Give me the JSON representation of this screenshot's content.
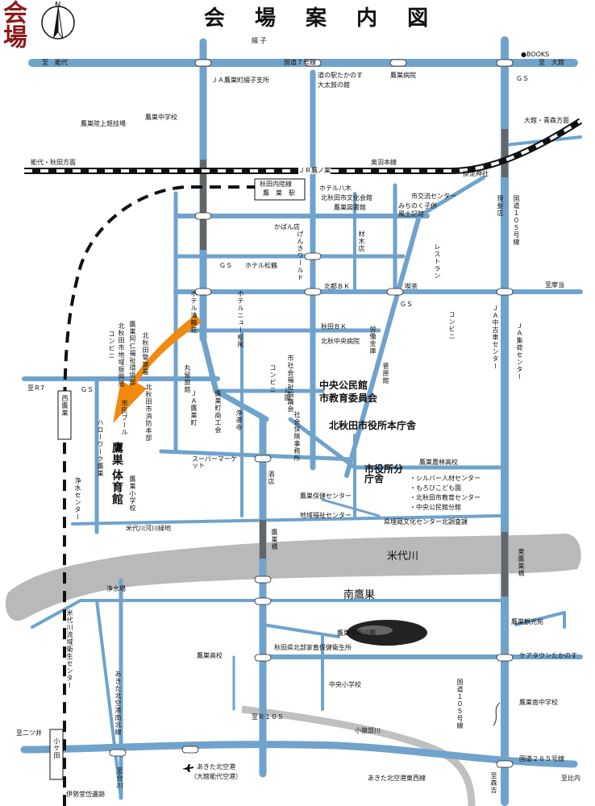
{
  "title": "会 場 案 内 図",
  "venue_label": "会場",
  "colors": {
    "road": "#6fa3cc",
    "river": "#b9b9b9",
    "rail": "#111111",
    "arrow": "#f08a10",
    "venue_text": "#8b1a1a",
    "accent_star": "#f08a10"
  },
  "icons": [
    "north-arrow-icon",
    "gas-station-icon",
    "airport-icon",
    "star-icon",
    "traffic-signal-icon"
  ],
  "north": "N",
  "labels": {
    "tsunago": "綴 子",
    "to_noshiro": "至　能代",
    "route7": "国道７号線",
    "books": "●BOOKS",
    "to_odate": "至　大館",
    "ja_tsunago": "ＪＡ鷹巣町綴子支所",
    "michinoeki": "道の駅たかのす",
    "taiko": "大太鼓の館",
    "hospital": "鷹巣病院",
    "gs1": "ＧＳ",
    "odate_aomori": "大館・青森方面",
    "junior_high": "鷹巣中学校",
    "athletics": "鷹巣陸上競技場",
    "noshiro_akita": "能代・秋田方面",
    "jr_takanosu": "ＪＲ鷹ノ巣",
    "ou_line": "奥羽本線",
    "kakeji": "掛泥神社",
    "nairiku_line": "秋田内陸線",
    "takanosu_station": "鷹　巣　駅",
    "hotel_hakki": "ホテル八木",
    "kitaakita_culture": "北秋田市文化会館",
    "library": "鷹巣図書館",
    "koryu": "市交流センター",
    "michinoku": "みちのく子供",
    "fudoki": "風土記館",
    "barber": "理髪店",
    "route105_v": "国道１０５号線",
    "kaban": "かばん店",
    "genki": "げんきワールド",
    "zaimoku": "材木店",
    "restaurant": "レストラン",
    "gs2": "ＧＳ",
    "hotel_matsuzuru": "ホテル松鶴",
    "kitagin": "北都ＢＫ",
    "kissa": "喫茶",
    "to_mappo": "至摩当",
    "hotel_seikeiso": "ホテル清鶴荘",
    "hotel_new_matsuo": "ホテルニュー松尾",
    "gs3": "ＧＳ",
    "conv1": "コンビニ",
    "ja_nakagoya": "ＪＡ中古車センター",
    "ja_shuka": "ＪＡ集荷センター",
    "akita_bk": "秋田ＢＫ",
    "kitaaki_hospital": "北秋中央病院",
    "rodo": "労働金庫",
    "sugawara": "菅原館",
    "rehab": "北秋田市地域振興局",
    "fukushi": "鷹巣阿仁福祉環境部",
    "police": "北秋田警察署",
    "conv2": "コンビニ",
    "marutome": "丸留旅館",
    "conv3": "コンビニ",
    "shakyo": "市社会福祉協議会",
    "kominkan": "中央公民館",
    "kyoiku": "市教育委員会",
    "r7": "至Ｒ7",
    "gs4": "ＧＳ",
    "nishi_takanosu": "西鷹巣",
    "fire": "北秋田市消防本部",
    "ja_takanosu": "ＪＡ鷹巣町",
    "shoko": "鷹巣町商工会",
    "jokenji": "浄運寺",
    "park": "公園",
    "shakai_hoken": "社会保険事務所",
    "city_hall": "北秋田市役所本庁舎",
    "hellowork": "ハローワーク鷹巣",
    "pool": "市民プール",
    "gym_1": "鷹巣",
    "gym_2": "体育館",
    "super": "スーパーマーケット",
    "sakaya": "酒店",
    "bunchosha": "市役所分庁舎",
    "norin": "鷹巣農林高校",
    "jousui": "浄水センター",
    "elem": "鷹巣小学校",
    "hoken_center": "鷹巣保健センター",
    "silver": "・シルバー人材センター",
    "moro": "・もろびこども園",
    "kyoiku_center": "・北秋田市教育センター",
    "kominkan_branch": "・中央公民館分館",
    "chiiki_fukushi": "地域福祉センター",
    "maizo": "県埋蔵文化センター北調査課",
    "river_green": "米代川河川緑地",
    "takanosu_bridge": "鷹巣橋",
    "yoneshiro": "米代川",
    "higashi_bridge": "東鷹巣橋",
    "jousuijo": "浄水場",
    "minami": "南鷹巣",
    "seiso": "米代川流域衛生センター",
    "chuo_park": "鷹巣中央公園",
    "kanko": "鷹巣観光苑",
    "koko": "鷹巣高校",
    "eisei": "秋田県北部家畜保健衛生所",
    "care": "ケアタウンたかのす",
    "chuo_elem": "中央小学校",
    "airport_road": "あきた北空港南北線",
    "route105_s": "国道１０５号線",
    "minami_jhs": "鷹巣南中学校",
    "to_r105": "至Ｒ１０５",
    "to_futatsui": "至二ツ井",
    "kozaru": "小猿部川",
    "ogata": "小ケ田",
    "route285": "国道２８５号線",
    "to_aikawa": "至合川",
    "airport": "あきた北空港",
    "airport_sub": "（大館能代空港）",
    "to_morioka": "至森吉",
    "to_kaminai": "至比内",
    "airport_east": "あきた北空港東西線",
    "iseido": "伊勢堂岱遺跡"
  }
}
